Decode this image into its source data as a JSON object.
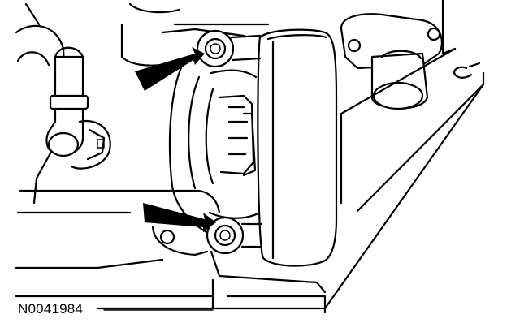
{
  "figure": {
    "id_label": "N0041984",
    "callouts": [
      {
        "name": "upper-bolt-arrow",
        "icon": "arrow-icon"
      },
      {
        "name": "lower-bolt-arrow",
        "icon": "arrow-icon"
      }
    ]
  },
  "colors": {
    "line": "#000000",
    "background": "#ffffff"
  }
}
